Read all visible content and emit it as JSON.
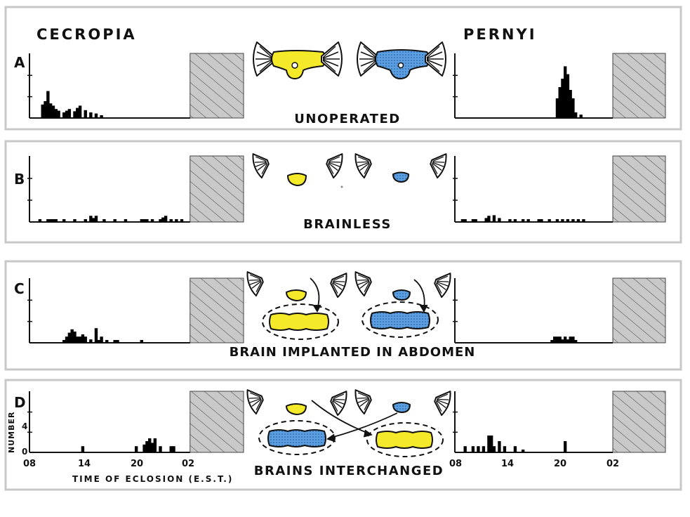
{
  "species": {
    "left": "CECROPIA",
    "right": "PERNYI"
  },
  "panels": [
    {
      "letter": "A",
      "caption": "UNOPERATED",
      "left_bars": [
        {
          "x": 9.3,
          "v": 2.4
        },
        {
          "x": 9.6,
          "v": 3.0
        },
        {
          "x": 9.9,
          "v": 4.8
        },
        {
          "x": 10.2,
          "v": 2.6
        },
        {
          "x": 10.5,
          "v": 2.2
        },
        {
          "x": 10.8,
          "v": 1.6
        },
        {
          "x": 11.1,
          "v": 1.3
        },
        {
          "x": 11.7,
          "v": 1.0
        },
        {
          "x": 12.0,
          "v": 1.3
        },
        {
          "x": 12.3,
          "v": 1.6
        },
        {
          "x": 12.9,
          "v": 1.2
        },
        {
          "x": 13.2,
          "v": 1.8
        },
        {
          "x": 13.5,
          "v": 2.2
        },
        {
          "x": 14.1,
          "v": 1.4
        },
        {
          "x": 14.7,
          "v": 1.0
        },
        {
          "x": 15.3,
          "v": 0.8
        },
        {
          "x": 15.9,
          "v": 0.5
        }
      ],
      "right_bars": [
        {
          "x": 19.5,
          "v": 3.5
        },
        {
          "x": 19.8,
          "v": 5.5
        },
        {
          "x": 20.1,
          "v": 7.0
        },
        {
          "x": 20.4,
          "v": 9.2
        },
        {
          "x": 20.7,
          "v": 7.8
        },
        {
          "x": 21.0,
          "v": 5.0
        },
        {
          "x": 21.3,
          "v": 3.5
        },
        {
          "x": 21.6,
          "v": 1.0
        },
        {
          "x": 22.2,
          "v": 0.6
        }
      ]
    },
    {
      "letter": "B",
      "caption": "BRAINLESS",
      "left_bars": [
        {
          "x": 9.0,
          "v": 0.5
        },
        {
          "x": 9.9,
          "v": 0.5
        },
        {
          "x": 10.2,
          "v": 0.5
        },
        {
          "x": 10.5,
          "v": 0.5
        },
        {
          "x": 10.8,
          "v": 0.5
        },
        {
          "x": 11.7,
          "v": 0.5
        },
        {
          "x": 12.9,
          "v": 0.5
        },
        {
          "x": 14.1,
          "v": 0.5
        },
        {
          "x": 14.7,
          "v": 1.1
        },
        {
          "x": 15.0,
          "v": 0.7
        },
        {
          "x": 15.3,
          "v": 1.1
        },
        {
          "x": 16.2,
          "v": 0.5
        },
        {
          "x": 17.4,
          "v": 0.5
        },
        {
          "x": 18.6,
          "v": 0.5
        },
        {
          "x": 20.4,
          "v": 0.5
        },
        {
          "x": 20.7,
          "v": 0.5
        },
        {
          "x": 21.0,
          "v": 0.5
        },
        {
          "x": 21.6,
          "v": 0.5
        },
        {
          "x": 22.5,
          "v": 0.5
        },
        {
          "x": 22.8,
          "v": 0.8
        },
        {
          "x": 23.1,
          "v": 1.1
        },
        {
          "x": 23.7,
          "v": 0.5
        },
        {
          "x": 24.3,
          "v": 0.5
        },
        {
          "x": 24.9,
          "v": 0.5
        }
      ],
      "right_bars": [
        {
          "x": 8.7,
          "v": 0.5
        },
        {
          "x": 9.0,
          "v": 0.5
        },
        {
          "x": 9.9,
          "v": 0.5
        },
        {
          "x": 10.2,
          "v": 0.5
        },
        {
          "x": 11.4,
          "v": 0.7
        },
        {
          "x": 11.7,
          "v": 1.1
        },
        {
          "x": 12.3,
          "v": 1.2
        },
        {
          "x": 12.9,
          "v": 0.7
        },
        {
          "x": 14.1,
          "v": 0.5
        },
        {
          "x": 14.7,
          "v": 0.5
        },
        {
          "x": 15.6,
          "v": 0.5
        },
        {
          "x": 16.2,
          "v": 0.5
        },
        {
          "x": 17.4,
          "v": 0.5
        },
        {
          "x": 17.7,
          "v": 0.5
        },
        {
          "x": 18.6,
          "v": 0.5
        },
        {
          "x": 19.5,
          "v": 0.5
        },
        {
          "x": 20.1,
          "v": 0.5
        },
        {
          "x": 20.7,
          "v": 0.5
        },
        {
          "x": 21.3,
          "v": 0.5
        },
        {
          "x": 21.9,
          "v": 0.5
        },
        {
          "x": 22.5,
          "v": 0.5
        }
      ]
    },
    {
      "letter": "C",
      "caption": "BRAIN IMPLANTED IN ABDOMEN",
      "left_bars": [
        {
          "x": 11.7,
          "v": 0.5
        },
        {
          "x": 12.0,
          "v": 1.1
        },
        {
          "x": 12.3,
          "v": 1.8
        },
        {
          "x": 12.6,
          "v": 2.4
        },
        {
          "x": 12.9,
          "v": 2.0
        },
        {
          "x": 13.2,
          "v": 1.1
        },
        {
          "x": 13.5,
          "v": 1.1
        },
        {
          "x": 13.8,
          "v": 1.5
        },
        {
          "x": 14.1,
          "v": 1.1
        },
        {
          "x": 14.7,
          "v": 0.6
        },
        {
          "x": 15.3,
          "v": 2.6
        },
        {
          "x": 15.6,
          "v": 0.5
        },
        {
          "x": 15.9,
          "v": 1.1
        },
        {
          "x": 16.5,
          "v": 0.5
        },
        {
          "x": 17.4,
          "v": 0.5
        },
        {
          "x": 17.7,
          "v": 0.5
        },
        {
          "x": 20.4,
          "v": 0.5
        }
      ],
      "right_bars": [
        {
          "x": 18.9,
          "v": 0.5
        },
        {
          "x": 19.2,
          "v": 1.1
        },
        {
          "x": 19.5,
          "v": 1.1
        },
        {
          "x": 19.8,
          "v": 1.1
        },
        {
          "x": 20.1,
          "v": 0.6
        },
        {
          "x": 20.4,
          "v": 1.1
        },
        {
          "x": 20.7,
          "v": 0.6
        },
        {
          "x": 21.0,
          "v": 1.1
        },
        {
          "x": 21.3,
          "v": 1.1
        },
        {
          "x": 21.6,
          "v": 0.5
        }
      ]
    },
    {
      "letter": "D",
      "caption": "BRAINS INTERCHANGED",
      "ylabel": "NUMBER",
      "ytick_labels": [
        "0",
        "4"
      ],
      "xtick_labels": [
        "08",
        "14",
        "20",
        "02"
      ],
      "xlabel": "TIME OF ECLOSION (E.S.T.)",
      "left_bars": [
        {
          "x": 13.8,
          "v": 1.1
        },
        {
          "x": 19.8,
          "v": 1.1
        },
        {
          "x": 20.7,
          "v": 1.4
        },
        {
          "x": 21.0,
          "v": 2.0
        },
        {
          "x": 21.3,
          "v": 2.5
        },
        {
          "x": 21.6,
          "v": 1.7
        },
        {
          "x": 21.9,
          "v": 2.5
        },
        {
          "x": 22.5,
          "v": 1.1
        },
        {
          "x": 23.7,
          "v": 1.1
        },
        {
          "x": 24.0,
          "v": 1.1
        }
      ],
      "right_bars": [
        {
          "x": 9.0,
          "v": 1.1
        },
        {
          "x": 9.9,
          "v": 1.1
        },
        {
          "x": 10.5,
          "v": 1.1
        },
        {
          "x": 11.1,
          "v": 1.1
        },
        {
          "x": 11.7,
          "v": 3.0
        },
        {
          "x": 12.0,
          "v": 3.0
        },
        {
          "x": 12.3,
          "v": 1.1
        },
        {
          "x": 12.9,
          "v": 2.0
        },
        {
          "x": 13.5,
          "v": 1.1
        },
        {
          "x": 14.7,
          "v": 1.1
        },
        {
          "x": 15.6,
          "v": 0.5
        },
        {
          "x": 20.4,
          "v": 2.0
        }
      ]
    }
  ],
  "chart_data": {
    "type": "bar",
    "x_unit": "hour of day, 08 to 08 next day",
    "xlim": [
      8,
      32
    ],
    "night_shading_start": 26,
    "colors": {
      "cecropia_brain": "#f5ea2a",
      "pernyi_brain": "#5b9fe0",
      "bars": "#000000",
      "night": "#c8c8c8",
      "frame": "#c8c8c8"
    }
  }
}
